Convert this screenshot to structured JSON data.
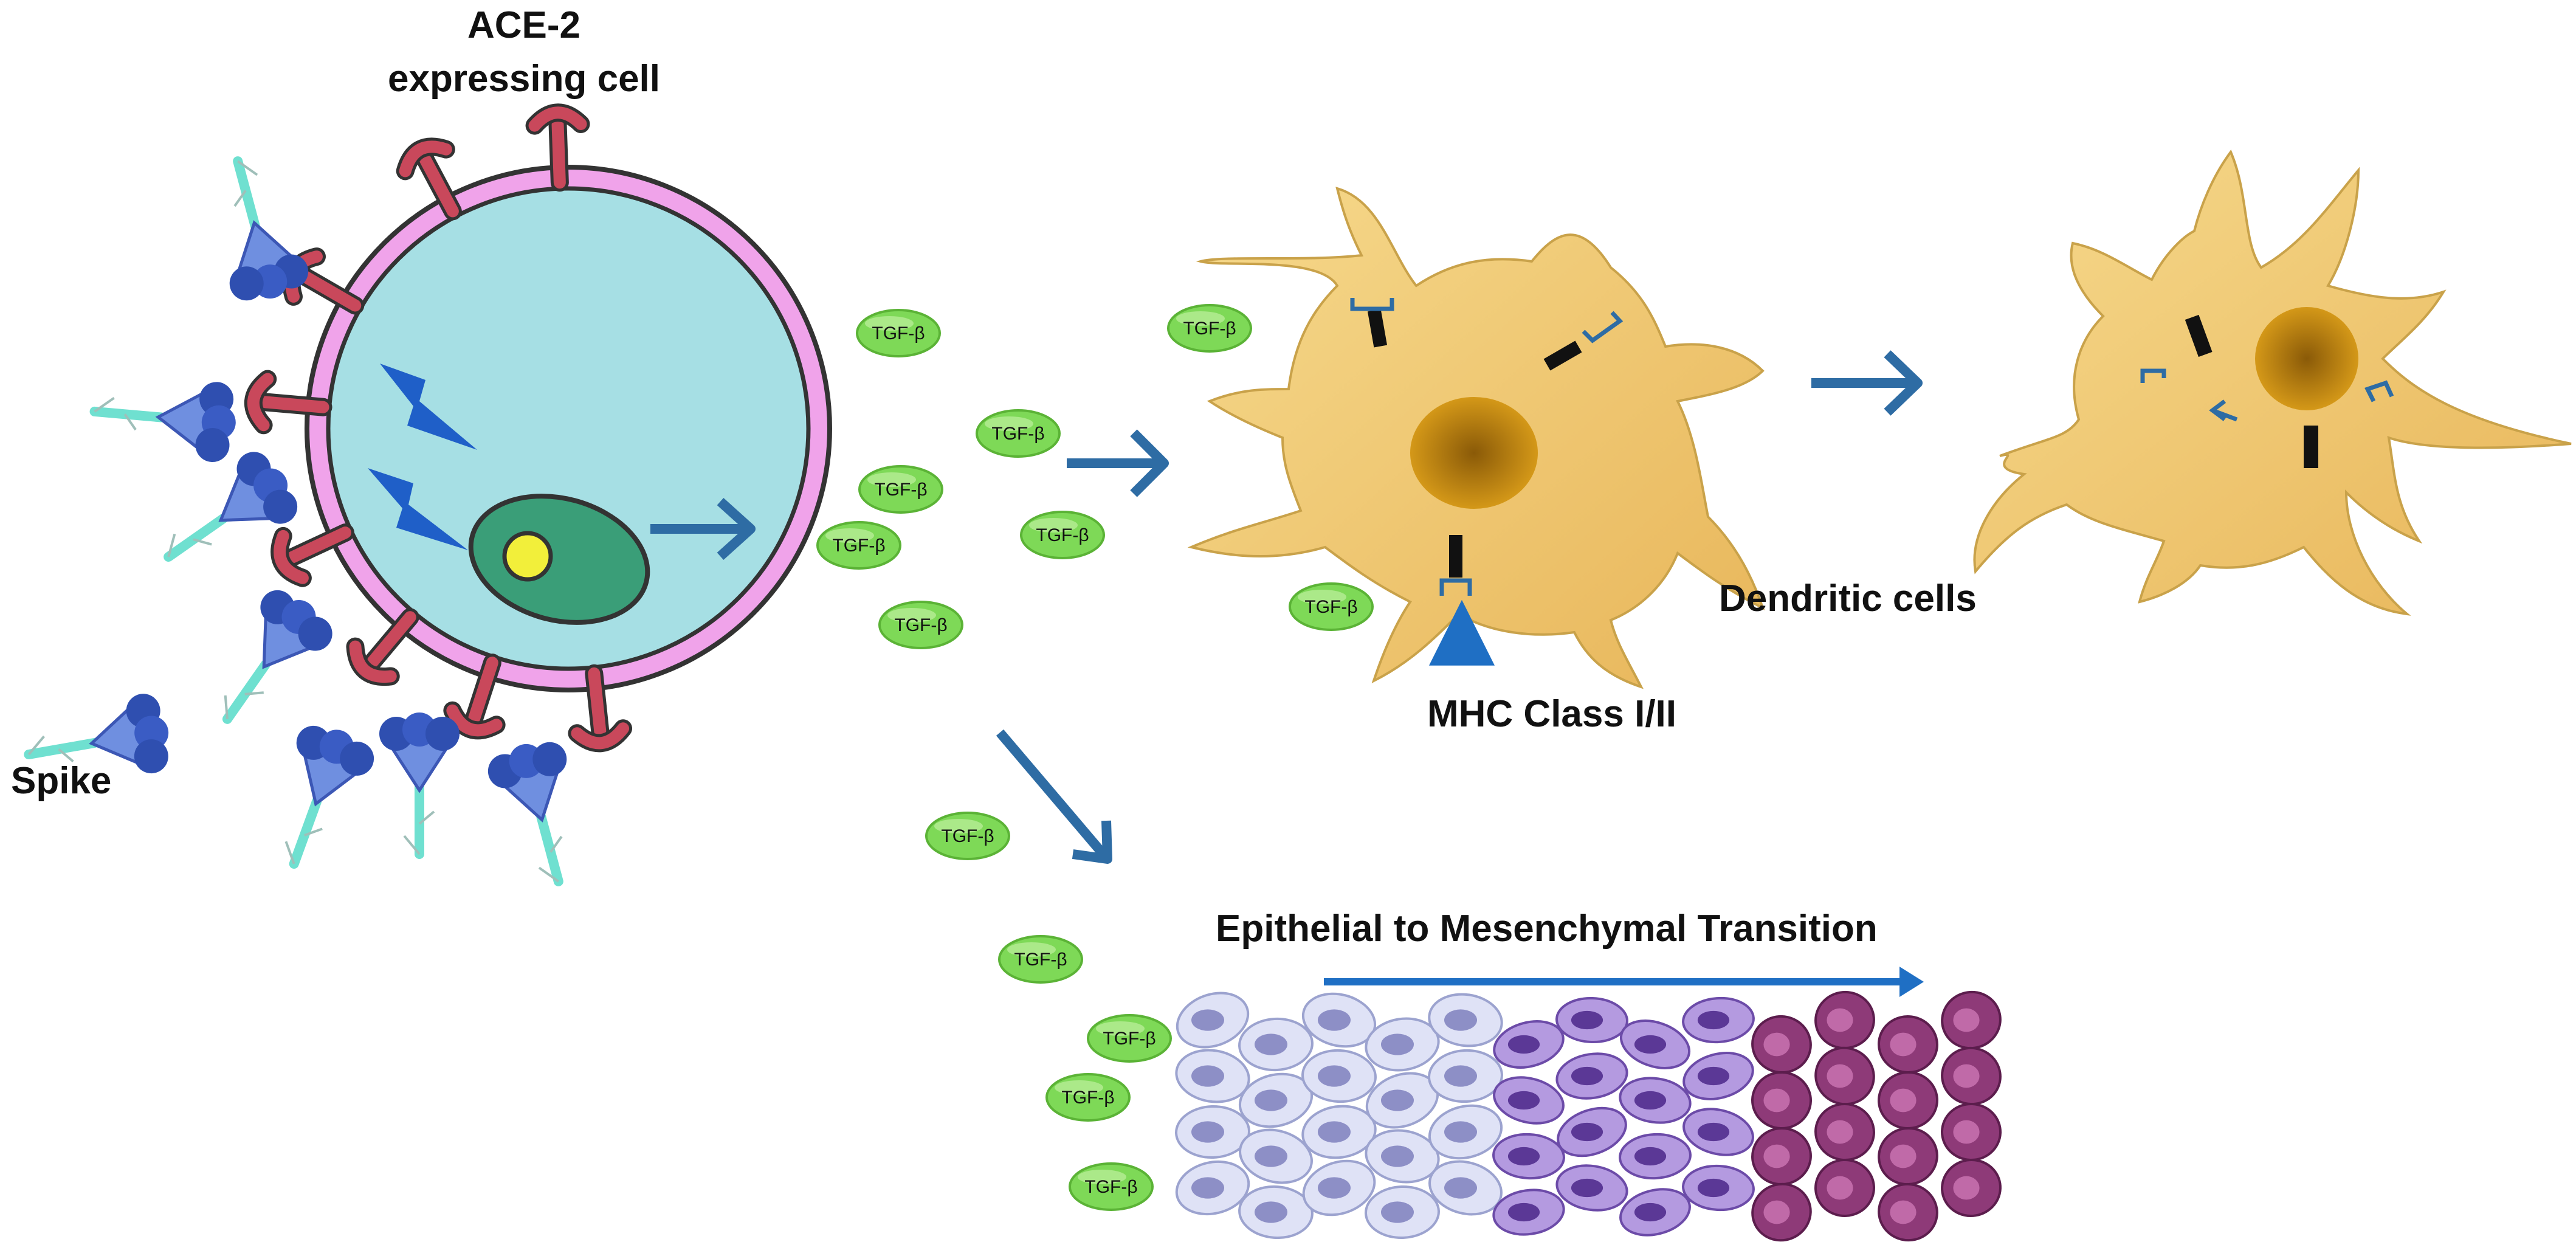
{
  "labels": {
    "ace2_line1": "ACE-2",
    "ace2_line2": "expressing cell",
    "spike": "Spike",
    "tgf": "TGF-β",
    "mhc": "MHC Class I/II",
    "dendritic": "Dendritic  cells",
    "emt": "Epithelial  to  Mesenchymal  Transition"
  },
  "colors": {
    "arrow": "#2e6ca4",
    "membrane": "#f0a3ea",
    "cytoplasm": "#a6dfe4",
    "nucleus": "#3a9e78",
    "tgf": "#7ed957",
    "receptor": "#c9485b",
    "spike_head": "#4f6fd1",
    "spike_stalk": "#6fe0d0",
    "dendritic_body": "#f2c86a",
    "dendritic_nucleus": "#c98a12",
    "epithelial": "#d9dcf3",
    "mesenchymal_mid": "#a98fd6",
    "mesenchymal_late": "#8b3a73"
  }
}
